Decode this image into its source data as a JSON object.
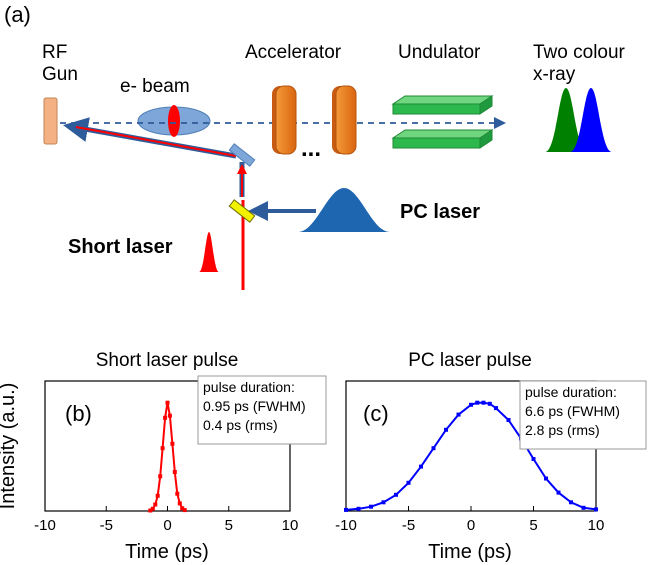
{
  "panel_a": {
    "tag": "(a)",
    "labels": {
      "rf_gun_line1": "RF",
      "rf_gun_line2": "Gun",
      "ebeam": "e- beam",
      "accelerator": "Accelerator",
      "dots": "...",
      "undulator": "Undulator",
      "xray_line1": "Two colour",
      "xray_line2": "x-ray",
      "pc_laser": "PC laser",
      "short_laser": "Short laser"
    },
    "colors": {
      "gun": "#f4b183",
      "ebeam": "#7ea6d8",
      "accelerator": "#e6781e",
      "undulator": "#2db84d",
      "beam_line": "#2e5c9a",
      "blue_arrow": "#2e5c9a",
      "red_laser": "#ff0000",
      "mirror": "#7ea6d8",
      "splitter": "#f2f200",
      "xray_green": "#008000",
      "xray_blue": "#0000ff",
      "pc_pulse": "#1f66b0"
    }
  },
  "chart_data": [
    {
      "type": "line",
      "panel_tag": "(b)",
      "title": "Short laser pulse",
      "xlabel": "Time (ps)",
      "ylabel": "Intensity (a.u.)",
      "xlim": [
        -10,
        10
      ],
      "ylim": [
        0,
        1.2
      ],
      "xticks": [
        "-10",
        "-5",
        "0",
        "5",
        "10"
      ],
      "color": "#ff0000",
      "annotation": [
        "pulse duration:",
        "0.95 ps (FWHM)",
        "0.4 ps (rms)"
      ],
      "x": [
        -1.4,
        -1.2,
        -1.0,
        -0.8,
        -0.6,
        -0.4,
        -0.2,
        0.0,
        0.2,
        0.4,
        0.6,
        0.8,
        1.0,
        1.2,
        1.4
      ],
      "y": [
        0.005,
        0.02,
        0.06,
        0.14,
        0.32,
        0.58,
        0.86,
        1.0,
        0.88,
        0.62,
        0.36,
        0.16,
        0.07,
        0.025,
        0.008
      ]
    },
    {
      "type": "line",
      "panel_tag": "(c)",
      "title": "PC laser pulse",
      "xlabel": "Time (ps)",
      "ylabel": "",
      "xlim": [
        -10,
        10
      ],
      "ylim": [
        0,
        1.2
      ],
      "xticks": [
        "-10",
        "-5",
        "0",
        "5",
        "10"
      ],
      "color": "#0000ff",
      "annotation": [
        "pulse duration:",
        "6.6 ps (FWHM)",
        "2.8 ps (rms)"
      ],
      "x": [
        -10,
        -9,
        -8,
        -7,
        -6,
        -5,
        -4,
        -3,
        -2,
        -1,
        0,
        0.5,
        1,
        1.5,
        2,
        3,
        4,
        5,
        6,
        7,
        8,
        9,
        10
      ],
      "y": [
        0.01,
        0.02,
        0.04,
        0.08,
        0.15,
        0.26,
        0.41,
        0.58,
        0.75,
        0.89,
        0.98,
        1.0,
        1.0,
        0.99,
        0.95,
        0.84,
        0.67,
        0.48,
        0.3,
        0.17,
        0.08,
        0.03,
        0.015
      ]
    }
  ]
}
